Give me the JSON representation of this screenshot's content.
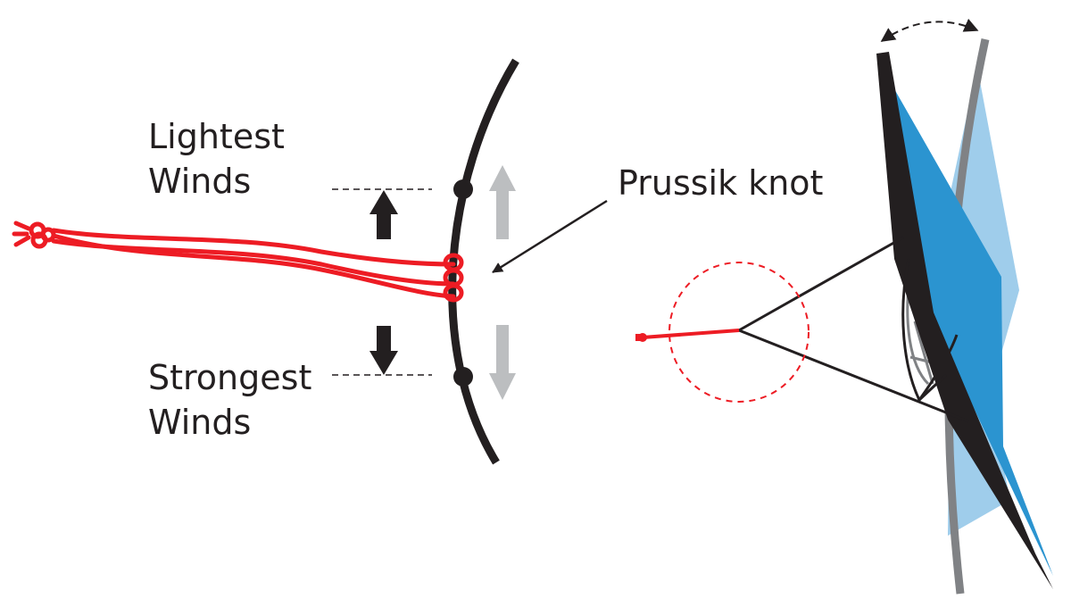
{
  "labels": {
    "lightest_line1": "Lightest",
    "lightest_line2": "Winds",
    "strongest_line1": "Strongest",
    "strongest_line2": "Winds",
    "prussik": "Prussik knot"
  },
  "colors": {
    "ink": "#231f20",
    "line_red": "#ed1c24",
    "inactive_gray": "#bcbec0",
    "frame_gray": "#808285",
    "sail_blue": "#2b94d0",
    "sail_light_blue": "#9fcdeb"
  }
}
